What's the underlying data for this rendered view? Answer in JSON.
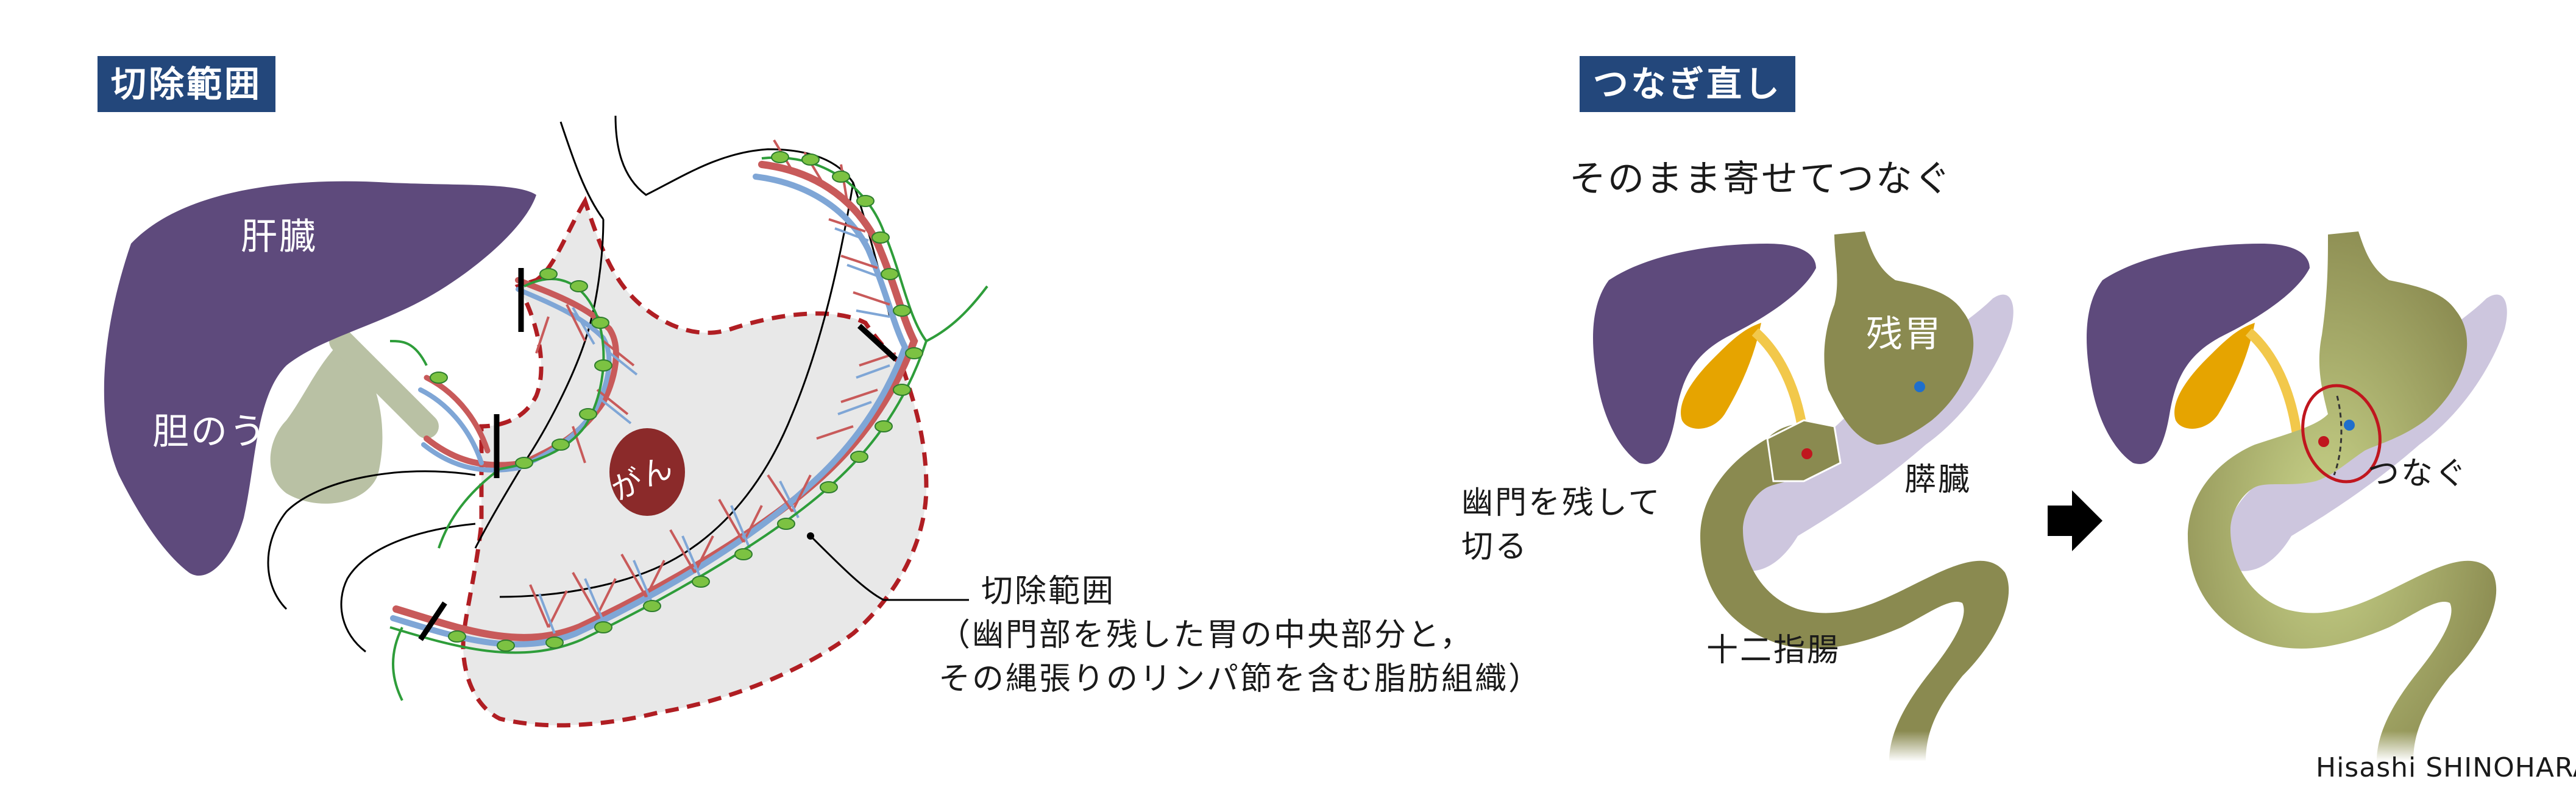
{
  "left": {
    "heading": "切除範囲",
    "labels": {
      "liver": "肝臓",
      "gallbladder": "胆のう",
      "cancer": "がん"
    },
    "callout": [
      "切除範囲",
      "（幽門部を残した胃の中央部分と，",
      "その縄張りのリンパ節を含む脂肪組織）"
    ]
  },
  "right": {
    "heading": "つなぎ直し",
    "subtitle": "そのまま寄せてつなぐ",
    "labels": {
      "remnant_stomach": "残胃",
      "pancreas": "膵臓",
      "pylorus_cut": [
        "幽門を残して",
        "切る"
      ],
      "duodenum": "十二指腸",
      "connect": "つなぐ"
    }
  },
  "credit": "Hisashi SHINOHARA",
  "colors": {
    "heading_bg": "#23477b",
    "liver": "#5e4a7c",
    "gallbladder_left": "#b9c1a4",
    "stomach_area": "#e8e8e8",
    "resection_line": "#b01e23",
    "cancer": "#8b2a2a",
    "lymph_node": "#7cc242",
    "vessel_red": "#c85a5a",
    "vessel_blue": "#7fa6d6",
    "olive": "#8a8a50",
    "pancreas": "#cdc6de",
    "gallbladder_right": "#e6a400",
    "arrow": "#000000"
  }
}
